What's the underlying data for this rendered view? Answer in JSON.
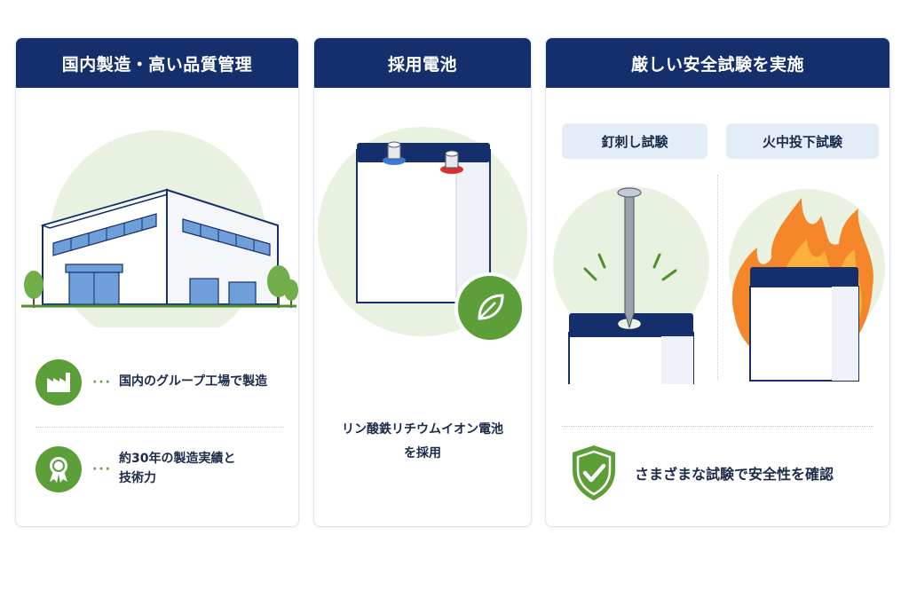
{
  "panels": {
    "manufacturing": {
      "title": "国内製造・高い品質管理",
      "features": [
        {
          "icon": "factory-icon",
          "text_lines": [
            "国内のグループ工場で製造"
          ]
        },
        {
          "icon": "award-ribbon-icon",
          "text_lines": [
            "約30年の製造実績と",
            "技術力"
          ]
        }
      ]
    },
    "battery": {
      "title": "採用電池",
      "description_lines": [
        "リン酸鉄リチウムイオン電池",
        "を採用"
      ],
      "badge_icon": "leaf-icon"
    },
    "safety": {
      "title": "厳しい安全試験を実施",
      "tests": [
        "釘刺し試験",
        "火中投下試験"
      ],
      "summary": "さまざまな試験で安全性を確認",
      "summary_icon": "shield-check-icon"
    }
  },
  "colors": {
    "header_navy": "#142f6b",
    "accent_green": "#5c9e38",
    "pale_green": "#e9f1e1",
    "tag_blue": "#e3edf8",
    "window_blue": "#6e9fd9",
    "flame_orange": "#f5862a",
    "terminal_red": "#d9302b"
  }
}
